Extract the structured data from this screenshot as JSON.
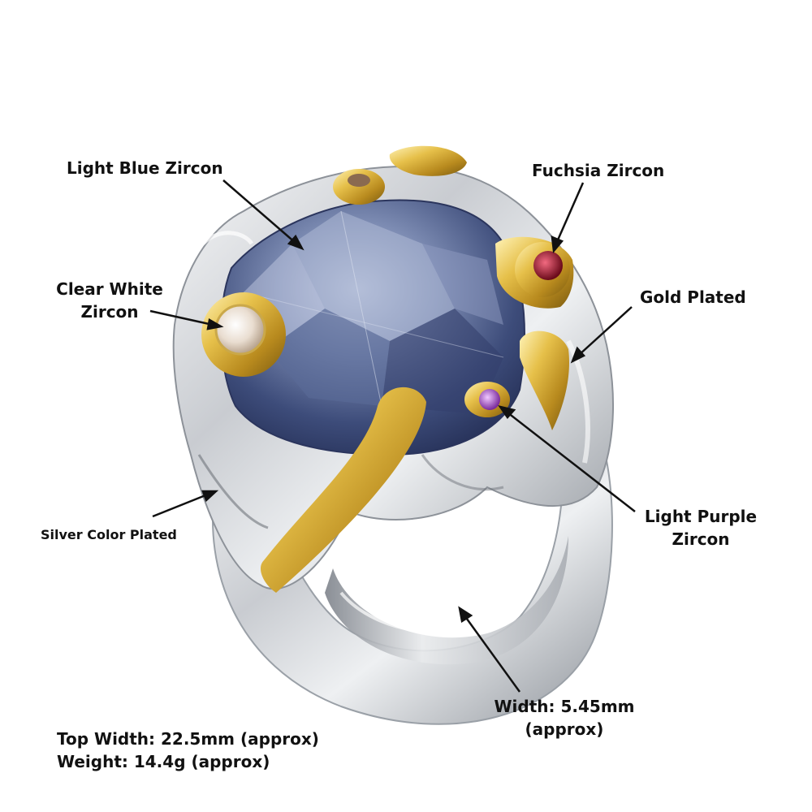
{
  "annotations": {
    "light_blue_zircon": "Light Blue Zircon",
    "fuchsia_zircon": "Fuchsia Zircon",
    "clear_white_zircon_line1": "Clear White",
    "clear_white_zircon_line2": "Zircon",
    "gold_plated": "Gold Plated",
    "silver_color_plated": "Silver Color Plated",
    "light_purple_zircon_line1": "Light Purple",
    "light_purple_zircon_line2": "Zircon",
    "width_line1": "Width: 5.45mm",
    "width_line2": "(approx)"
  },
  "specs": {
    "top_width": "Top Width: 22.5mm (approx)",
    "weight": "Weight: 14.4g (approx)"
  },
  "colors": {
    "main_stone": "#4a5b86",
    "gold": "#d9b43a",
    "silver": "#d8dadd",
    "fuchsia_stone": "#a3142c",
    "purple_stone": "#b35ad6",
    "clear_stone": "#efe7dc"
  }
}
